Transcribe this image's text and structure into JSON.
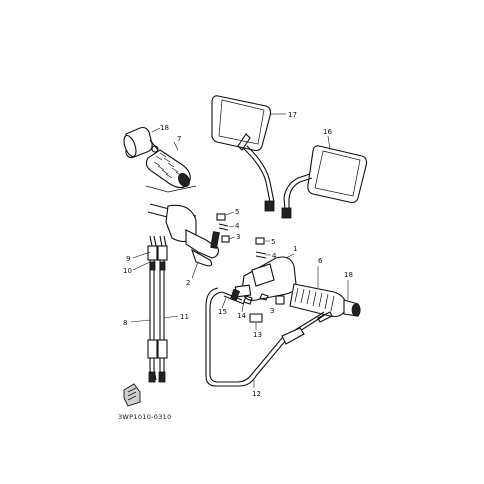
{
  "diagram": {
    "drawing_code": "3WP1010-0310",
    "callouts": {
      "n1": "1",
      "n2": "2",
      "n3a": "3",
      "n3b": "3",
      "n4a": "4",
      "n4b": "4",
      "n5a": "5",
      "n5b": "5",
      "n6": "6",
      "n7": "7",
      "n8": "8",
      "n9": "9",
      "n10": "10",
      "n11": "11",
      "n12": "12",
      "n13": "13",
      "n14": "14",
      "n15": "15",
      "n16": "16",
      "n17": "17",
      "n18a": "18",
      "n18b": "18"
    }
  }
}
